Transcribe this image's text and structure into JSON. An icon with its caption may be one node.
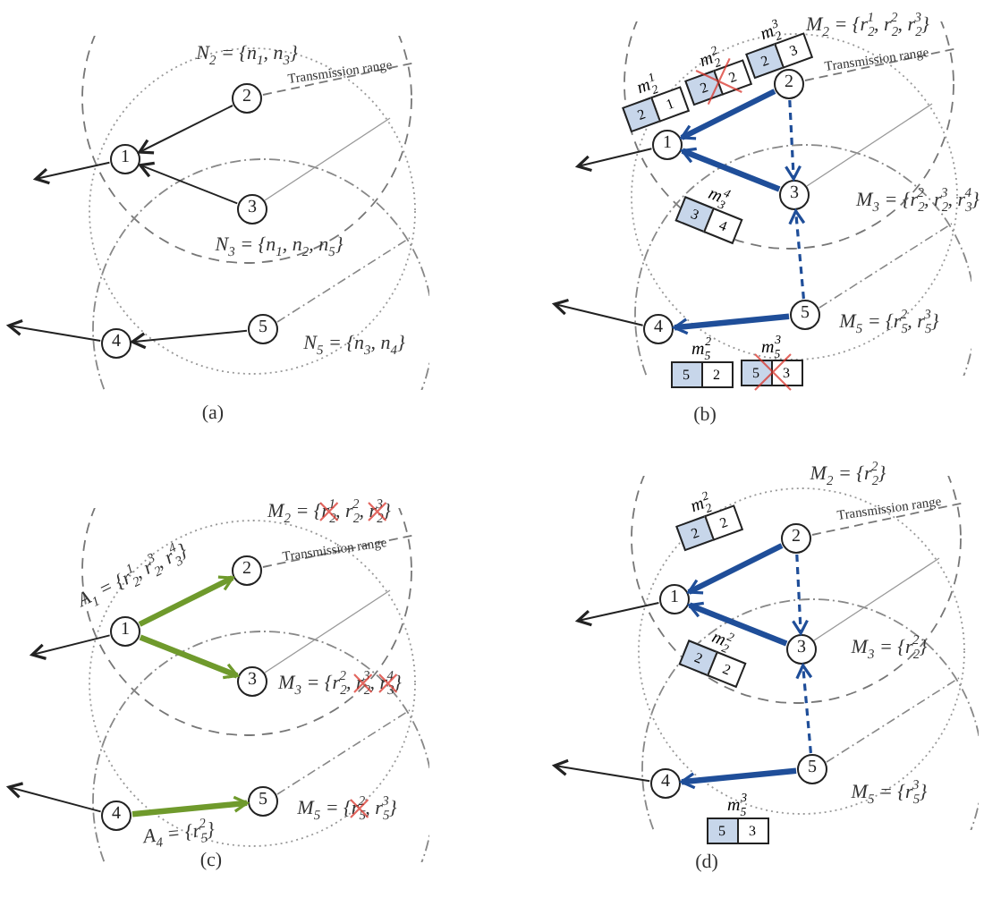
{
  "diagram": {
    "nodes": [
      {
        "text": [
          "1"
        ]
      },
      {
        "text": [
          "2"
        ]
      },
      {
        "text": [
          "3"
        ]
      },
      {
        "text": [
          "4"
        ]
      },
      {
        "text": [
          "5"
        ]
      },
      {
        "text": [
          "1"
        ]
      },
      {
        "text": [
          "2"
        ]
      },
      {
        "text": [
          "3"
        ]
      },
      {
        "text": [
          "4"
        ]
      },
      {
        "text": [
          "5"
        ]
      },
      {
        "text": [
          "m$_{2}$$^{1}$",
          "2",
          "1"
        ]
      },
      {
        "text": [
          "m$_{2}$$^{2}$",
          "2",
          "2"
        ]
      },
      {
        "text": [
          "m$_{2}$$^{3}$",
          "2",
          "3"
        ]
      },
      {
        "text": [
          "m$_{3}$$^{4}$",
          "3",
          "4"
        ]
      },
      {
        "text": [
          "m$_{5}$$^{2}$",
          "5",
          "2"
        ]
      },
      {
        "text": [
          "m$_{5}$$^{3}$",
          "5",
          "3"
        ]
      },
      {
        "text": [
          "1"
        ]
      },
      {
        "text": [
          "2"
        ]
      },
      {
        "text": [
          "3"
        ]
      },
      {
        "text": [
          "4"
        ]
      },
      {
        "text": [
          "5"
        ]
      },
      {
        "text": [
          "1"
        ]
      },
      {
        "text": [
          "2"
        ]
      },
      {
        "text": [
          "3"
        ]
      },
      {
        "text": [
          "4"
        ]
      },
      {
        "text": [
          "5"
        ]
      },
      {
        "text": [
          "m$_{2}$$^{2}$",
          "2",
          "2"
        ]
      },
      {
        "text": [
          "m$_{2}$$^{2}$",
          "2",
          "2"
        ]
      },
      {
        "text": [
          "m$_{5}$$^{3}$",
          "5",
          "3"
        ]
      }
    ],
    "edges": [
      {
        "from": 1,
        "to": 0,
        "arrow": "to"
      },
      {
        "from": 2,
        "to": 0,
        "arrow": "to"
      },
      {
        "from": 4,
        "to": 3,
        "arrow": "to"
      },
      {
        "from": 0,
        "to": null,
        "arrow": "to"
      },
      {
        "from": 3,
        "to": null,
        "arrow": "to"
      },
      {
        "from": 6,
        "to": 5,
        "arrow": "to",
        "style": "thick",
        "color": "#1f4e99"
      },
      {
        "from": 7,
        "to": 5,
        "arrow": "to",
        "style": "thick",
        "color": "#1f4e99"
      },
      {
        "from": 6,
        "to": 7,
        "arrow": "to",
        "style": "dashed",
        "color": "#1f4e99"
      },
      {
        "from": 9,
        "to": 7,
        "arrow": "to",
        "style": "dashed",
        "color": "#1f4e99"
      },
      {
        "from": 9,
        "to": 8,
        "arrow": "to",
        "style": "thick",
        "color": "#1f4e99"
      },
      {
        "from": 5,
        "to": null,
        "arrow": "to"
      },
      {
        "from": 8,
        "to": null,
        "arrow": "to"
      },
      {
        "from": 16,
        "to": 17,
        "arrow": "to",
        "style": "thick",
        "color": "#6f9a2c"
      },
      {
        "from": 16,
        "to": 18,
        "arrow": "to",
        "style": "thick",
        "color": "#6f9a2c"
      },
      {
        "from": 19,
        "to": 20,
        "arrow": "to",
        "style": "thick",
        "color": "#6f9a2c"
      },
      {
        "from": 16,
        "to": null,
        "arrow": "to"
      },
      {
        "from": 19,
        "to": null,
        "arrow": "to"
      },
      {
        "from": 22,
        "to": 21,
        "arrow": "to",
        "style": "thick",
        "color": "#1f4e99"
      },
      {
        "from": 23,
        "to": 21,
        "arrow": "to",
        "style": "thick",
        "color": "#1f4e99"
      },
      {
        "from": 22,
        "to": 23,
        "arrow": "to",
        "style": "dashed",
        "color": "#1f4e99"
      },
      {
        "from": 25,
        "to": 23,
        "arrow": "to",
        "style": "dashed",
        "color": "#1f4e99"
      },
      {
        "from": 25,
        "to": 24,
        "arrow": "to",
        "style": "thick",
        "color": "#1f4e99"
      },
      {
        "from": 21,
        "to": null,
        "arrow": "to"
      },
      {
        "from": 24,
        "to": null,
        "arrow": "to"
      }
    ],
    "labels": [
      "N$_{2}$ = {n$_{1}$, n$_{3}$}",
      "Transmission range",
      "N$_{3}$ = {n$_{1}$, n$_{2}$, n$_{5}$}",
      "N$_{5}$ = {n$_{3}$, n$_{4}$}",
      "(a)",
      "M$_{2}$ = {r$_{2}$$^{1}$, r$_{2}$$^{2}$, r$_{2}$$^{3}$}",
      "Transmission range",
      "M$_{3}$ = {r$_{2}$$^{2}$, r$_{2}$$^{3}$, r$_{3}$$^{4}$}",
      "M$_{5}$ = {r$_{5}$$^{2}$, r$_{5}$$^{3}$}",
      "(b)",
      "M$_{2}$ = {r$_{2}$$^{1}$, r$_{2}$$^{2}$, r$_{2}$$^{3}$}",
      "Transmission range",
      "A$_{1}$ = {r$_{2}$$^{1}$, r$_{2}$$^{3}$, r$_{3}$$^{4}$}",
      "M$_{3}$ = {r$_{2}$$^{2}$, r$_{2}$$^{3}$, r$_{3}$$^{4}$}",
      "A$_{4}$ = {r$_{5}$$^{2}$}",
      "M$_{5}$ = {r$_{5}$$^{2}$, r$_{5}$$^{3}$}",
      "(c)",
      "M$_{2}$ = {r$_{2}$$^{2}$}",
      "Transmission range",
      "M$_{3}$ = {r$_{2}$$^{2}$}",
      "M$_{5}$ = {r$_{5}$$^{3}$}",
      "(d)"
    ]
  }
}
